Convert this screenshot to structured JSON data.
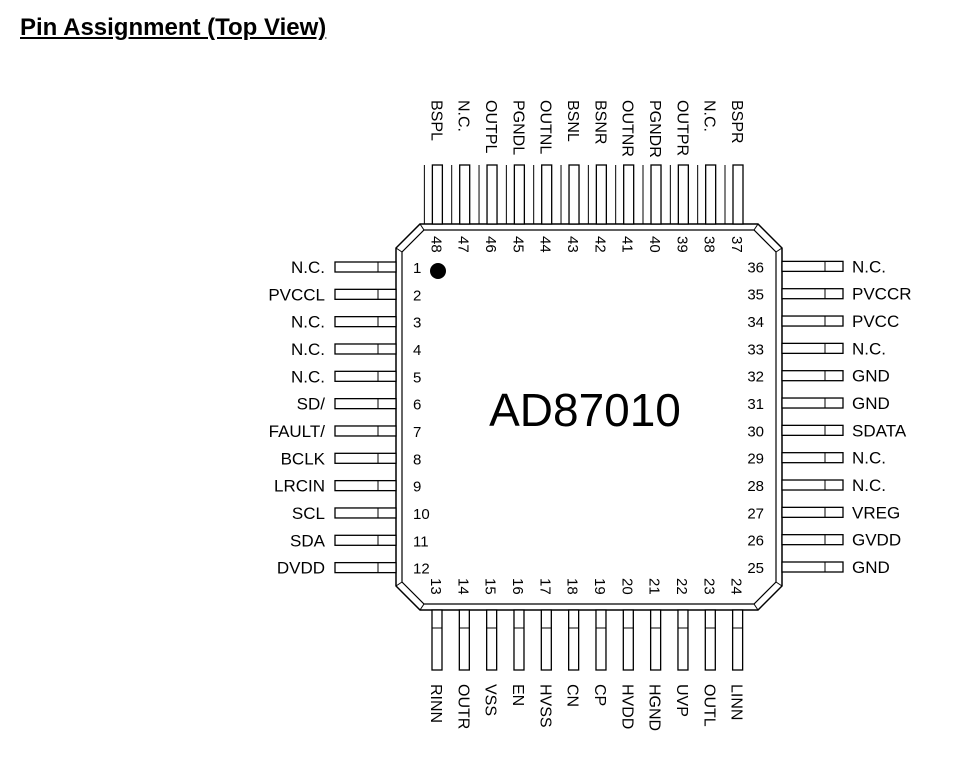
{
  "title": "Pin Assignment (Top View)",
  "chip": {
    "part_number": "AD87010",
    "view": "top",
    "pin1_marker": "filled-dot",
    "pins": [
      {
        "num": "1",
        "name": "N.C."
      },
      {
        "num": "2",
        "name": "PVCCL"
      },
      {
        "num": "3",
        "name": "N.C."
      },
      {
        "num": "4",
        "name": "N.C."
      },
      {
        "num": "5",
        "name": "N.C."
      },
      {
        "num": "6",
        "name": "SD/"
      },
      {
        "num": "7",
        "name": "FAULT/"
      },
      {
        "num": "8",
        "name": "BCLK"
      },
      {
        "num": "9",
        "name": "LRCIN"
      },
      {
        "num": "10",
        "name": "SCL"
      },
      {
        "num": "11",
        "name": "SDA"
      },
      {
        "num": "12",
        "name": "DVDD"
      },
      {
        "num": "13",
        "name": "RINN"
      },
      {
        "num": "14",
        "name": "OUTR"
      },
      {
        "num": "15",
        "name": "VSS"
      },
      {
        "num": "16",
        "name": "EN"
      },
      {
        "num": "17",
        "name": "HVSS"
      },
      {
        "num": "18",
        "name": "CN"
      },
      {
        "num": "19",
        "name": "CP"
      },
      {
        "num": "20",
        "name": "HVDD"
      },
      {
        "num": "21",
        "name": "HGND"
      },
      {
        "num": "22",
        "name": "UVP"
      },
      {
        "num": "23",
        "name": "OUTL"
      },
      {
        "num": "24",
        "name": "LINN"
      },
      {
        "num": "25",
        "name": "GND"
      },
      {
        "num": "26",
        "name": "GVDD"
      },
      {
        "num": "27",
        "name": "VREG"
      },
      {
        "num": "28",
        "name": "N.C."
      },
      {
        "num": "29",
        "name": "N.C."
      },
      {
        "num": "30",
        "name": "SDATA"
      },
      {
        "num": "31",
        "name": "GND"
      },
      {
        "num": "32",
        "name": "GND"
      },
      {
        "num": "33",
        "name": "N.C."
      },
      {
        "num": "34",
        "name": "PVCC"
      },
      {
        "num": "35",
        "name": "PVCCR"
      },
      {
        "num": "36",
        "name": "N.C."
      },
      {
        "num": "37",
        "name": "BSPR"
      },
      {
        "num": "38",
        "name": "N.C."
      },
      {
        "num": "39",
        "name": "OUTPR"
      },
      {
        "num": "40",
        "name": "PGNDR"
      },
      {
        "num": "41",
        "name": "OUTNR"
      },
      {
        "num": "42",
        "name": "BSNR"
      },
      {
        "num": "43",
        "name": "BSNL"
      },
      {
        "num": "44",
        "name": "OUTNL"
      },
      {
        "num": "45",
        "name": "PGNDL"
      },
      {
        "num": "46",
        "name": "OUTPL"
      },
      {
        "num": "47",
        "name": "N.C."
      },
      {
        "num": "48",
        "name": "BSPL"
      }
    ]
  }
}
